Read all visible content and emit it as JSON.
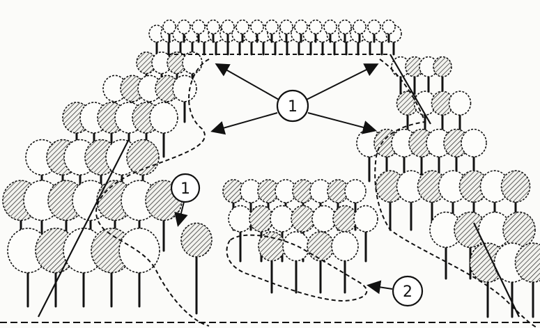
{
  "callouts": [
    {
      "id": "c1",
      "label": "1"
    },
    {
      "id": "c2",
      "label": "1"
    },
    {
      "id": "c3",
      "label": "2"
    }
  ]
}
